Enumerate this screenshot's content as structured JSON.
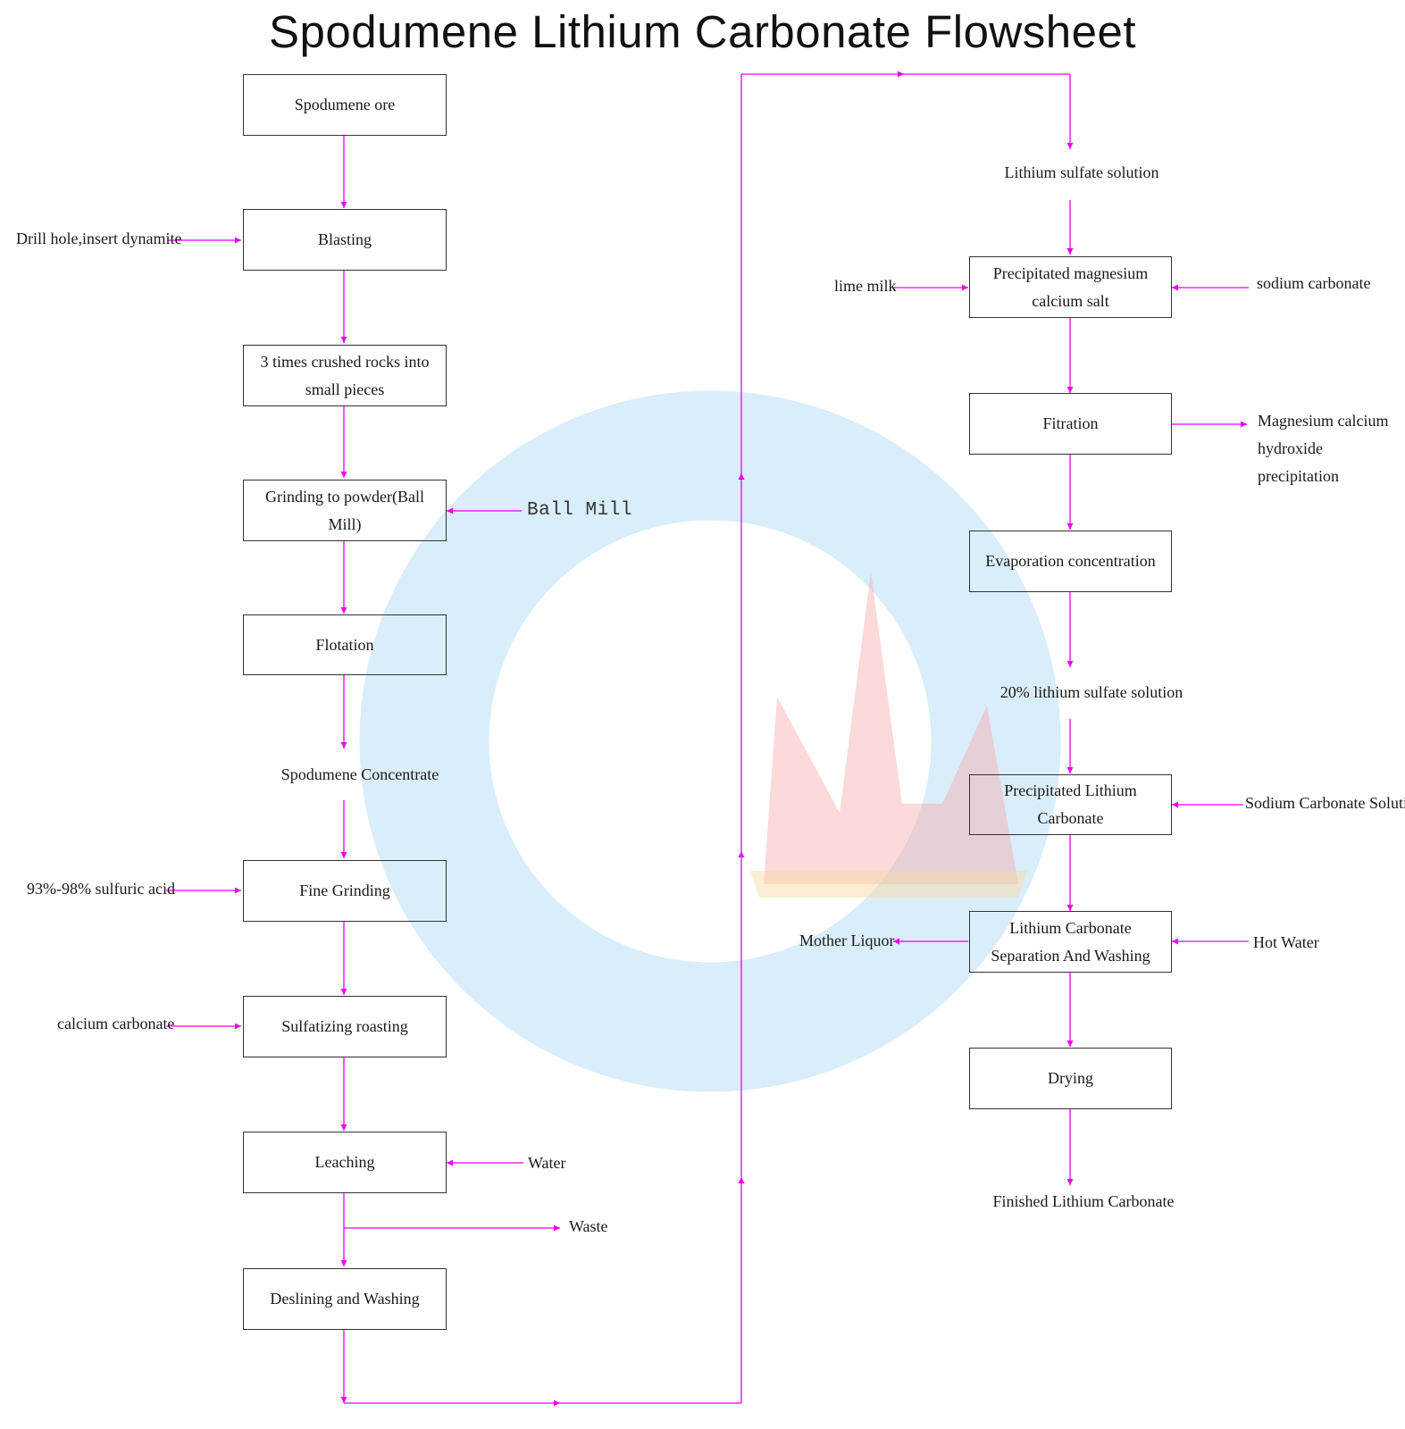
{
  "title": "Spodumene Lithium Carbonate Flowsheet",
  "colors": {
    "arrow": "#ee00ee",
    "box_border": "#333333",
    "text": "#1a1a1a"
  },
  "watermark": {
    "type": "logo",
    "description": "faint blue ring with red peaks logo"
  },
  "left_column": {
    "spodumene_ore": "Spodumene ore",
    "blasting": "Blasting",
    "crushing": "3 times crushed rocks into small pieces",
    "grinding": "Grinding to powder(Ball Mill)",
    "flotation": "Flotation",
    "concentrate": "Spodumene Concentrate",
    "fine_grinding": "Fine Grinding",
    "sulfatizing": "Sulfatizing roasting",
    "leaching": "Leaching",
    "deslining": "Deslining and Washing"
  },
  "left_inputs": {
    "drill": "Drill hole,insert dynamite",
    "ball_mill": "Ball Mill",
    "sulfuric_acid": "93%-98% sulfuric acid",
    "calcium_carbonate": "calcium carbonate",
    "water": "Water",
    "waste": "Waste"
  },
  "right_column": {
    "lithium_sulfate": "Lithium sulfate solution",
    "precipitated_mg": "Precipitated magnesium calcium salt",
    "filtration": "Fitration",
    "evaporation": "Evaporation concentration",
    "lithium_sulfate_20": "20% lithium sulfate solution",
    "precipitated_li": "Precipitated Lithium Carbonate",
    "separation": "Lithium Carbonate Separation And Washing",
    "drying": "Drying",
    "finished": "Finished Lithium Carbonate"
  },
  "right_inputs": {
    "lime_milk": "lime milk",
    "sodium_carbonate": "sodium carbonate",
    "mg_ca_precip": "Magnesium calcium hydroxide precipitation",
    "sodium_carbonate_solution": "Sodium Carbonate Solution",
    "mother_liquor": "Mother Liquor",
    "hot_water": "Hot Water"
  }
}
